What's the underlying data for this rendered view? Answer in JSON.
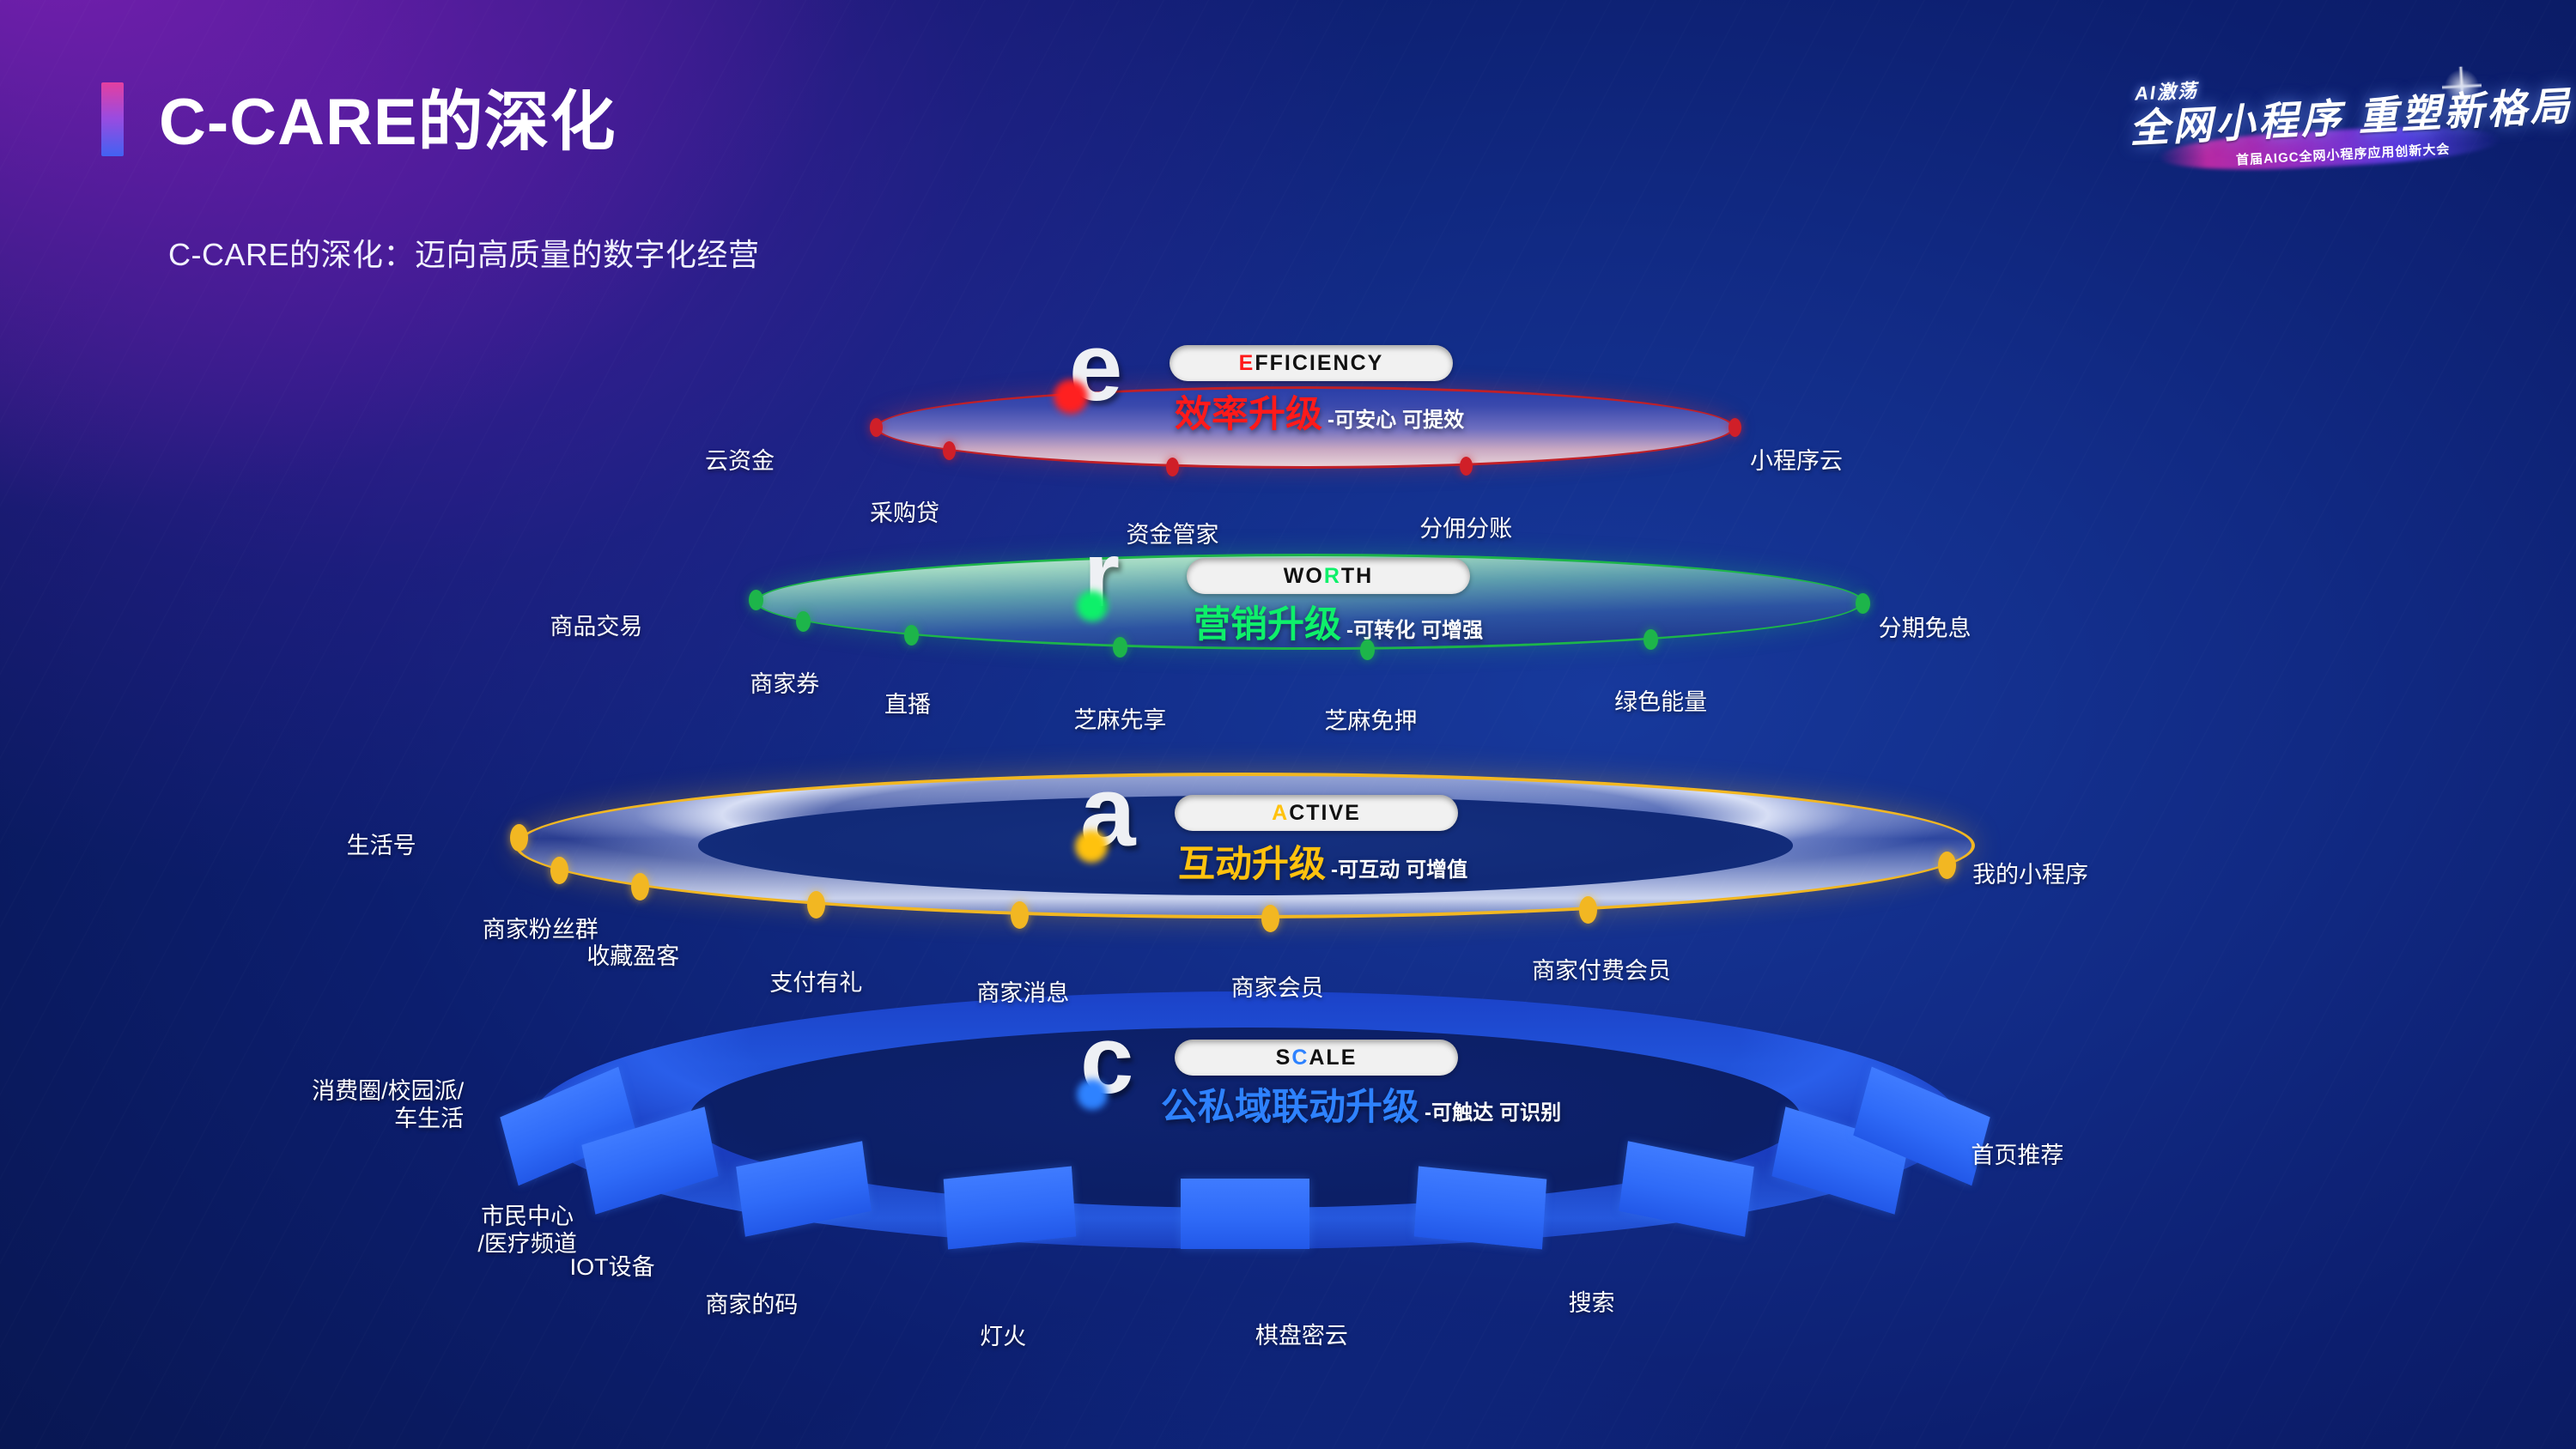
{
  "header": {
    "title": "C-CARE的深化",
    "subtitle": "C-CARE的深化：迈向高质量的数字化经营",
    "accent_gradient": [
      "#e43fa0",
      "#4262f2"
    ]
  },
  "event_logo": {
    "kicker": "AI激荡",
    "headline": "全网小程序 重塑新格局",
    "subline": "首届AIGC全网小程序应用创新大会"
  },
  "rings": [
    {
      "id": "efficiency",
      "letter": "e",
      "badge": "EFFICIENCY",
      "badge_highlight": "E",
      "cn_title": "效率升级",
      "cn_tail": "-可安心 可提效",
      "accent": "#ff1a1a",
      "outline": "#c02028",
      "nodes": [
        "云资金",
        "采购贷",
        "资金管家",
        "分佣分账",
        "小程序云"
      ]
    },
    {
      "id": "worth",
      "letter": "r",
      "badge": "WORTH",
      "badge_highlight": "R",
      "cn_title": "营销升级",
      "cn_tail": "-可转化 可增强",
      "accent": "#0ef06a",
      "outline": "#1db54a",
      "nodes": [
        "商品交易",
        "商家券",
        "直播",
        "芝麻先享",
        "芝麻免押",
        "绿色能量",
        "分期免息"
      ]
    },
    {
      "id": "active",
      "letter": "a",
      "badge": "ACTIVE",
      "badge_highlight": "A",
      "cn_title": "互动升级",
      "cn_tail": "-可互动 可增值",
      "accent": "#ffc20e",
      "outline": "#f2b722",
      "nodes": [
        "生活号",
        "商家粉丝群",
        "收藏盈客",
        "支付有礼",
        "商家消息",
        "商家会员",
        "商家付费会员",
        "我的小程序"
      ]
    },
    {
      "id": "scale",
      "letter": "c",
      "badge": "SCALE",
      "badge_highlight": "C",
      "cn_title": "公私域联动升级",
      "cn_tail": "-可触达 可识别",
      "accent": "#2e82ff",
      "outline": "#2f6bf8",
      "nodes": [
        "消费圈/校园派/\n车生活",
        "市民中心\n/医疗频道",
        "IOT设备",
        "商家的码",
        "灯火",
        "棋盘密云",
        "搜索",
        "首页推荐"
      ]
    }
  ]
}
